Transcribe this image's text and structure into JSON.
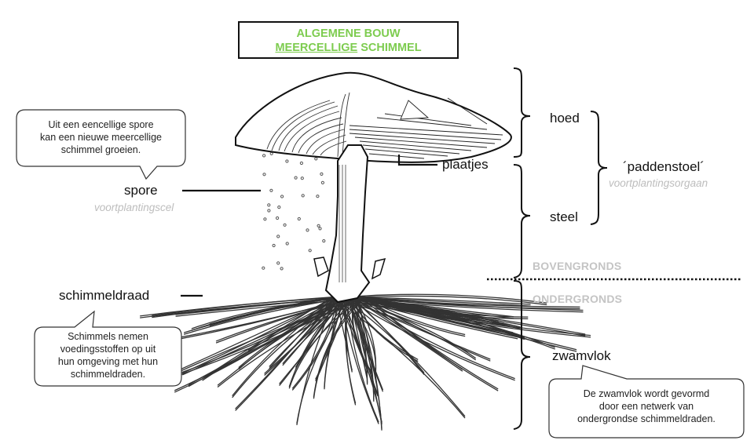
{
  "title": {
    "line1": "ALGEMENE BOUW",
    "line2_underlined": "MEERCELLIGE",
    "line2_rest": " SCHIMMEL",
    "color": "#7dcc4f"
  },
  "labels": {
    "spore": "spore",
    "spore_sub": "voortplantingscel",
    "plaatjes": "plaatjes",
    "hoed": "hoed",
    "steel": "steel",
    "paddenstoel": "´paddenstoel´",
    "paddenstoel_sub": "voortplantingsorgaan",
    "schimmeldraad": "schimmeldraad",
    "zwamvlok": "zwamvlok",
    "bovengronds": "BOVENGRONDS",
    "ondergronds": "ONDERGRONDS"
  },
  "bubbles": {
    "spore": [
      "Uit een eencellige spore",
      "kan een nieuwe meercellige",
      "schimmel groeien."
    ],
    "schimmeldraad": [
      "Schimmels nemen",
      "voedingsstoffen op uit",
      "hun omgeving met hun",
      "schimmeldraden."
    ],
    "zwamvlok": [
      "De zwamvlok wordt gevormd",
      "door een netwerk van",
      "ondergrondse schimmeldraden."
    ]
  },
  "colors": {
    "title_green": "#7dcc4f",
    "subtitle_gray": "#bdbdbd",
    "zone_gray": "#c4c4c4"
  }
}
